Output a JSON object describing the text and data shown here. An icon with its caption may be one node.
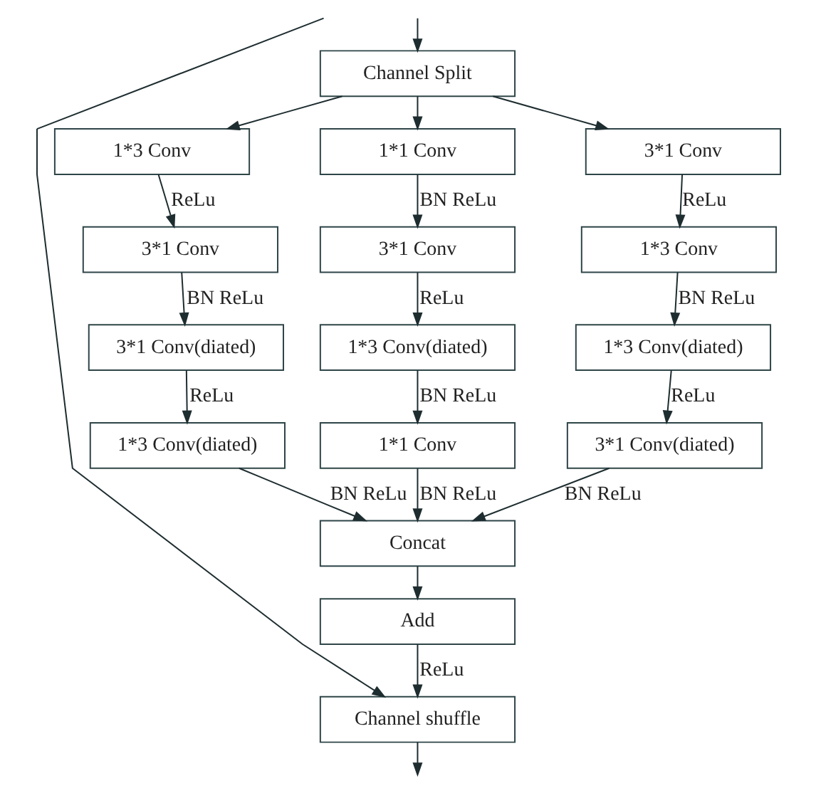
{
  "diagram": {
    "nodes": [
      {
        "text": [
          "Channel Split"
        ]
      },
      {
        "text": [
          "1*3 Conv"
        ]
      },
      {
        "text": [
          "3*1 Conv"
        ]
      },
      {
        "text": [
          "3*1 Conv(diated)"
        ]
      },
      {
        "text": [
          "1*3 Conv(diated)"
        ]
      },
      {
        "text": [
          "1*1 Conv"
        ]
      },
      {
        "text": [
          "3*1 Conv"
        ]
      },
      {
        "text": [
          "1*3 Conv(diated)"
        ]
      },
      {
        "text": [
          "1*1 Conv"
        ]
      },
      {
        "text": [
          "3*1 Conv"
        ]
      },
      {
        "text": [
          "1*3 Conv"
        ]
      },
      {
        "text": [
          "1*3 Conv(diated)"
        ]
      },
      {
        "text": [
          "3*1 Conv(diated)"
        ]
      },
      {
        "text": [
          "Concat"
        ]
      },
      {
        "text": [
          "Add"
        ]
      },
      {
        "text": [
          "Channel shuffle"
        ]
      }
    ],
    "edges": [
      {
        "from": null,
        "to": 0,
        "arrow": "to"
      },
      {
        "from": null,
        "to": 15,
        "arrow": "to"
      },
      {
        "from": 0,
        "to": 1,
        "arrow": "to"
      },
      {
        "from": 0,
        "to": 5,
        "arrow": "to"
      },
      {
        "from": 0,
        "to": 9,
        "arrow": "to"
      },
      {
        "from": 1,
        "to": 2,
        "arrow": "to",
        "label": "ReLu"
      },
      {
        "from": 2,
        "to": 3,
        "arrow": "to",
        "label": "BN ReLu"
      },
      {
        "from": 3,
        "to": 4,
        "arrow": "to",
        "label": "ReLu"
      },
      {
        "from": 4,
        "to": 13,
        "arrow": "to",
        "label": "BN ReLu"
      },
      {
        "from": 5,
        "to": 6,
        "arrow": "to",
        "label": "BN ReLu"
      },
      {
        "from": 6,
        "to": 7,
        "arrow": "to",
        "label": "ReLu"
      },
      {
        "from": 7,
        "to": 8,
        "arrow": "to",
        "label": "BN ReLu"
      },
      {
        "from": 8,
        "to": 13,
        "arrow": "to",
        "label": "BN ReLu"
      },
      {
        "from": 9,
        "to": 10,
        "arrow": "to",
        "label": "ReLu"
      },
      {
        "from": 10,
        "to": 11,
        "arrow": "to",
        "label": "BN ReLu"
      },
      {
        "from": 11,
        "to": 12,
        "arrow": "to",
        "label": "ReLu"
      },
      {
        "from": 12,
        "to": 13,
        "arrow": "to",
        "label": "BN ReLu"
      },
      {
        "from": 13,
        "to": 14,
        "arrow": "to"
      },
      {
        "from": 14,
        "to": 15,
        "arrow": "to",
        "label": "ReLu"
      },
      {
        "from": 15,
        "to": null,
        "arrow": "to"
      }
    ]
  }
}
